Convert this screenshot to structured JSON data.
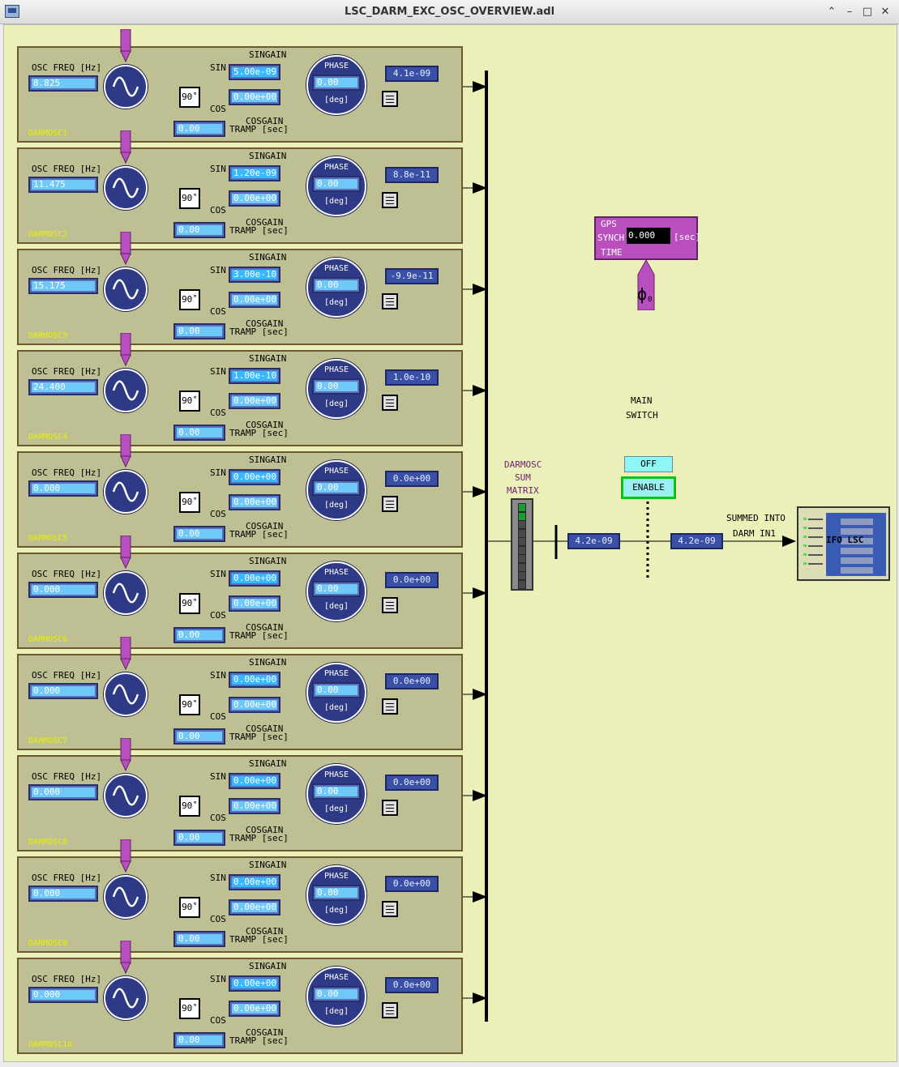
{
  "window": {
    "title": "LSC_DARM_EXC_OSC_OVERVIEW.adl"
  },
  "labels": {
    "osc_freq": "OSC FREQ [Hz]",
    "singain": "SINGAIN",
    "cosgain": "COSGAIN",
    "sin": "SIN",
    "cos": "COS",
    "tramp": "TRAMP [sec]",
    "phase": "PHASE",
    "deg": "[deg]",
    "ninety": "90˚"
  },
  "oscillators": [
    {
      "name": "DARMOSC1",
      "freq": "8.825",
      "singain": "5.00e-09",
      "cosgain": "0.00e+00",
      "phase": "0.00",
      "tramp": "0.00",
      "output": "4.1e-09"
    },
    {
      "name": "DARMOSC2",
      "freq": "11.475",
      "singain": "1.20e-09",
      "cosgain": "0.00e+00",
      "phase": "0.00",
      "tramp": "0.00",
      "output": "8.8e-11"
    },
    {
      "name": "DARMOSC3",
      "freq": "15.175",
      "singain": "3.00e-10",
      "cosgain": "0.00e+00",
      "phase": "0.00",
      "tramp": "0.00",
      "output": "-9.9e-11"
    },
    {
      "name": "DARMOSC4",
      "freq": "24.400",
      "singain": "1.00e-10",
      "cosgain": "0.00e+00",
      "phase": "0.00",
      "tramp": "0.00",
      "output": "1.0e-10"
    },
    {
      "name": "DARMOSC5",
      "freq": "0.000",
      "singain": "0.00e+00",
      "cosgain": "0.00e+00",
      "phase": "0.00",
      "tramp": "0.00",
      "output": "0.0e+00"
    },
    {
      "name": "DARMOSC6",
      "freq": "0.000",
      "singain": "0.00e+00",
      "cosgain": "0.00e+00",
      "phase": "0.00",
      "tramp": "0.00",
      "output": "0.0e+00"
    },
    {
      "name": "DARMOSC7",
      "freq": "0.000",
      "singain": "0.00e+00",
      "cosgain": "0.00e+00",
      "phase": "0.00",
      "tramp": "0.00",
      "output": "0.0e+00"
    },
    {
      "name": "DARMOSC8",
      "freq": "0.000",
      "singain": "0.00e+00",
      "cosgain": "0.00e+00",
      "phase": "0.00",
      "tramp": "0.00",
      "output": "0.0e+00"
    },
    {
      "name": "DARMOSC9",
      "freq": "0.000",
      "singain": "0.00e+00",
      "cosgain": "0.00e+00",
      "phase": "0.00",
      "tramp": "0.00",
      "output": "0.0e+00"
    },
    {
      "name": "DARMOSC10",
      "freq": "0.000",
      "singain": "0.00e+00",
      "cosgain": "0.00e+00",
      "phase": "0.00",
      "tramp": "0.00",
      "output": "0.0e+00"
    }
  ],
  "gps": {
    "l1": "GPS",
    "l2": "SYNCH",
    "l3": "TIME",
    "value": "0.000",
    "unit": "[sec]",
    "phi_symbol": "ϕ",
    "phi_sub": "0"
  },
  "sum_matrix": {
    "l1": "DARMOSC",
    "l2": "SUM",
    "l3": "MATRIX"
  },
  "main_switch": {
    "l1": "MAIN",
    "l2": "SWITCH",
    "off_label": "OFF",
    "enable_label": "ENABLE"
  },
  "sum_out": "4.2e-09",
  "switch_out": "4.2e-09",
  "summed": {
    "l1": "SUMMED INTO",
    "l2": "DARM IN1"
  },
  "ifo": {
    "label": "IFO LSC"
  },
  "colors": {
    "background": "#ebf0b9",
    "panel": "#bec093",
    "entry": "#6ec8f8",
    "readout": "#3a4fa6",
    "excitation": "#b94fbf",
    "enable_border": "#0ec30e"
  }
}
